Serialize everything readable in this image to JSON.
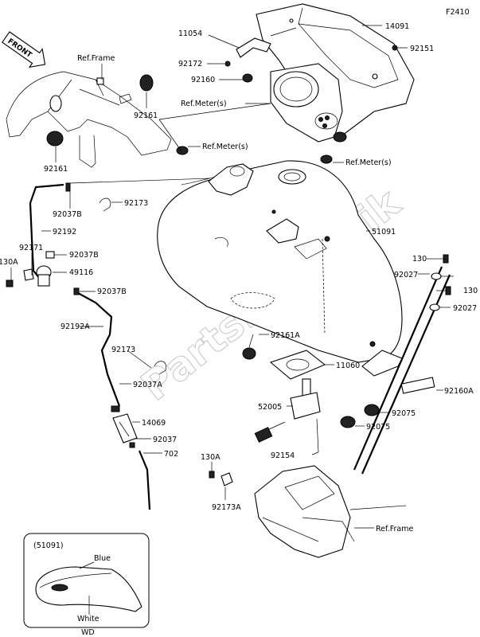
{
  "diagram_code": "F2410",
  "front_label": "FRONT",
  "watermark": "PartsRepublik",
  "callouts": {
    "p14091": "14091",
    "p11054": "11054",
    "p92151": "92151",
    "p92172": "92172",
    "p92160": "92160",
    "ref_meters_1": "Ref.Meter(s)",
    "ref_meters_2": "Ref.Meter(s)",
    "ref_meters_3": "Ref.Meter(s)",
    "ref_frame_1": "Ref.Frame",
    "ref_frame_2": "Ref.Frame",
    "p92161_a": "92161",
    "p92161_b": "92161",
    "p92173_a": "92173",
    "p92173_b": "92173",
    "p92173A": "92173A",
    "p92037B_a": "92037B",
    "p92037B_b": "92037B",
    "p92037B_c": "92037B",
    "p92192": "92192",
    "p92192A": "92192A",
    "p92171": "92171",
    "p130A_a": "130A",
    "p130A_b": "130A",
    "p49116": "49116",
    "p51091": "51091",
    "p130_a": "130",
    "p130_b": "130",
    "p92027_a": "92027",
    "p92027_b": "92027",
    "p92161A": "92161A",
    "p11060": "11060",
    "p52005": "52005",
    "p92154": "92154",
    "p92160A": "92160A",
    "p92075_a": "92075",
    "p92075_b": "92075",
    "p92037A": "92037A",
    "p14069": "14069",
    "p92037": "92037",
    "p702": "702"
  },
  "inset": {
    "part_ref": "(51091)",
    "color_upper": "Blue",
    "color_lower": "White",
    "note": "WD"
  }
}
